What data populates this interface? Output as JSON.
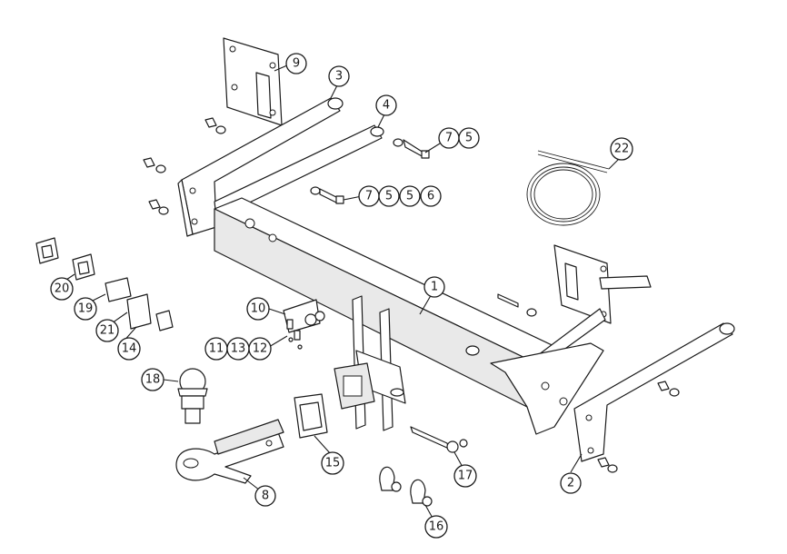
{
  "diagram": {
    "callouts": [
      {
        "key": "c1",
        "label": "1"
      },
      {
        "key": "c2",
        "label": "2"
      },
      {
        "key": "c3",
        "label": "3"
      },
      {
        "key": "c4",
        "label": "4"
      },
      {
        "key": "c5a",
        "label": "7"
      },
      {
        "key": "c5b",
        "label": "5"
      },
      {
        "key": "c6a",
        "label": "7"
      },
      {
        "key": "c6b",
        "label": "5"
      },
      {
        "key": "c6c",
        "label": "5"
      },
      {
        "key": "c6d",
        "label": "6"
      },
      {
        "key": "c8",
        "label": "8"
      },
      {
        "key": "c9",
        "label": "9"
      },
      {
        "key": "c10",
        "label": "10"
      },
      {
        "key": "c11",
        "label": "11"
      },
      {
        "key": "c13",
        "label": "13"
      },
      {
        "key": "c12",
        "label": "12"
      },
      {
        "key": "c14",
        "label": "14"
      },
      {
        "key": "c15",
        "label": "15"
      },
      {
        "key": "c16",
        "label": "16"
      },
      {
        "key": "c17",
        "label": "17"
      },
      {
        "key": "c18",
        "label": "18"
      },
      {
        "key": "c19",
        "label": "19"
      },
      {
        "key": "c20",
        "label": "20"
      },
      {
        "key": "c21",
        "label": "21"
      },
      {
        "key": "c22",
        "label": "22"
      }
    ]
  }
}
